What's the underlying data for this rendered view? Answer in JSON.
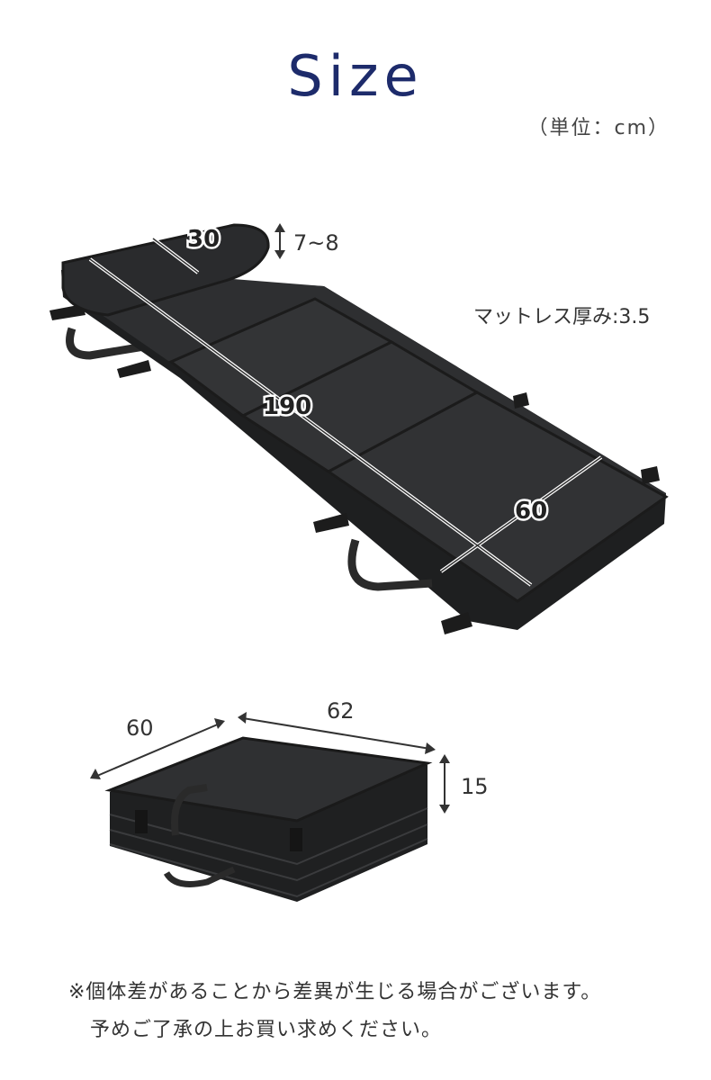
{
  "header": {
    "title": "Size",
    "unit": "（単位：cm）"
  },
  "unfolded": {
    "pillow_width": "30",
    "pillow_height": "7~8",
    "length": "190",
    "width": "60",
    "mattress_thickness": "マットレス厚み:3.5"
  },
  "folded": {
    "depth": "60",
    "width": "62",
    "height": "15"
  },
  "notes": {
    "line1": "※個体差があることから差異が生じる場合がございます。",
    "line2": "予めご了承の上お買い求めください。"
  },
  "colors": {
    "title": "#1d2b6b",
    "mat": "#2b2c2e",
    "mat_edge": "#1a1b1c"
  }
}
